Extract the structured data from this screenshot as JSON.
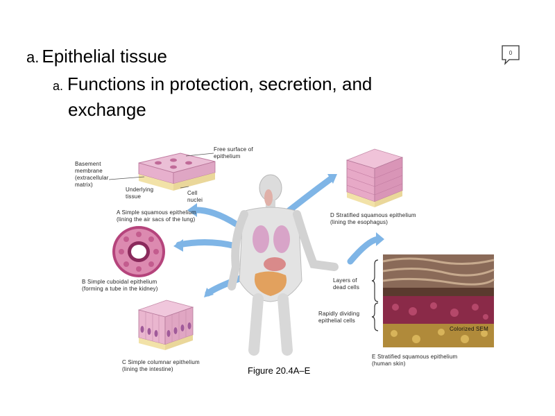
{
  "slide": {
    "title": "Epithelial tissue",
    "title_marker": "a.",
    "subtitle_marker": "a.",
    "subtitle_line1": "Functions in protection, secretion, and",
    "subtitle_line2": "exchange",
    "comment_label": "0"
  },
  "figure": {
    "caption": "Figure 20.4A–E",
    "labels": {
      "free_surface": [
        "Free surface of",
        "epithelium"
      ],
      "basement_membrane": [
        "Basement",
        "membrane",
        "(extracellular",
        "matrix)"
      ],
      "underlying_tissue": [
        "Underlying",
        "tissue"
      ],
      "cell_nuclei": [
        "Cell",
        "nuclei"
      ],
      "panel_a": [
        "A  Simple squamous epithelium",
        "(lining the air sacs of the lung)"
      ],
      "panel_b": [
        "B  Simple cuboidal epithelium",
        "(forming a tube in the kidney)"
      ],
      "panel_c": [
        "C  Simple columnar epithelium",
        "(lining the intestine)"
      ],
      "panel_d": [
        "D  Stratified squamous epithelium",
        "(lining the esophagus)"
      ],
      "panel_e": [
        "E  Stratified squamous epithelium",
        "(human skin)"
      ],
      "layers_dead": [
        "Layers of",
        "dead cells"
      ],
      "rapidly_dividing": [
        "Rapidly dividing",
        "epithelial cells"
      ],
      "sem": "Colorized SEM"
    }
  },
  "colors": {
    "arrow": "#7fb5e6",
    "cell_pink": "#e9b9d3",
    "cell_magenta": "#b6397a",
    "basement": "#f2e2a8"
  }
}
